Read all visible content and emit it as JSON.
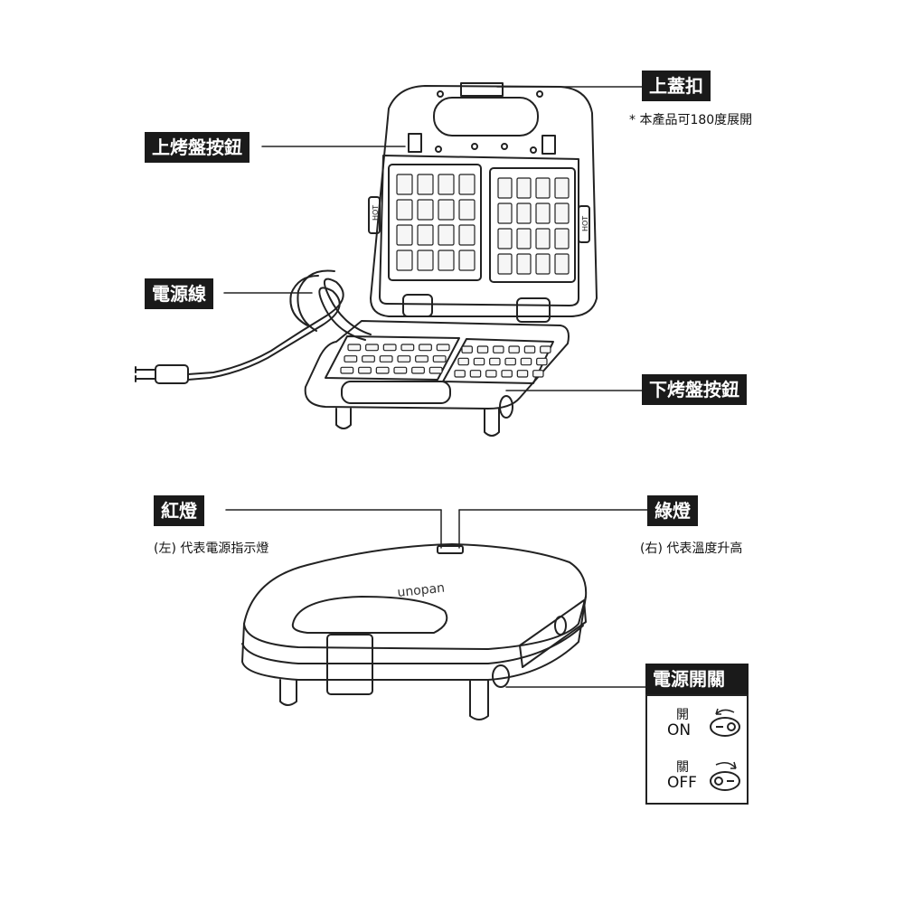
{
  "labels": {
    "lid_latch": "上蓋扣",
    "lid_latch_note": "* 本產品可180度展開",
    "upper_plate_button": "上烤盤按鈕",
    "power_cord": "電源線",
    "lower_plate_button": "下烤盤按鈕",
    "red_light": "紅燈",
    "red_light_note": "(左) 代表電源指示燈",
    "green_light": "綠燈",
    "green_light_note": "(右) 代表溫度升高",
    "power_switch": "電源開關"
  },
  "switch_legend": {
    "on_cn": "開",
    "on_en": "ON",
    "off_cn": "關",
    "off_en": "OFF"
  },
  "product": {
    "brand": "unopan",
    "hot_marking": "HOT"
  },
  "colors": {
    "ink": "#1a1a1a",
    "background": "#ffffff"
  }
}
